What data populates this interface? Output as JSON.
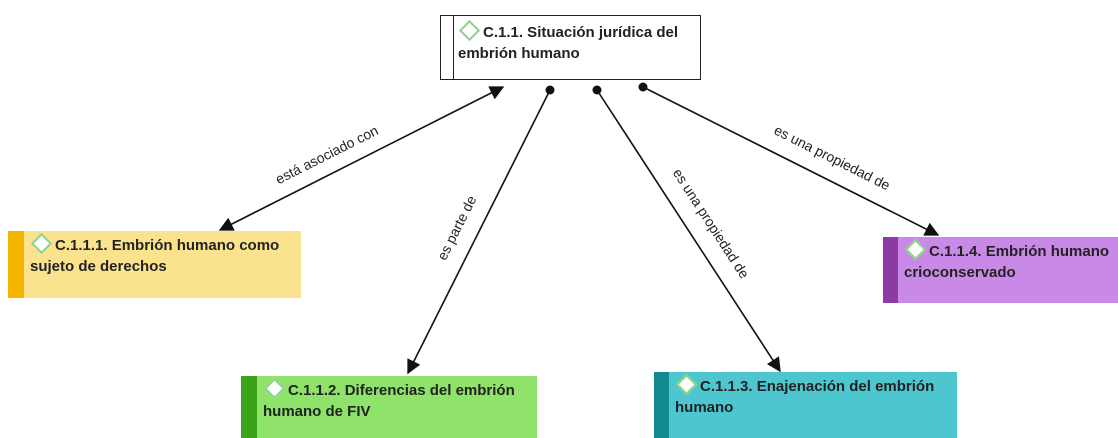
{
  "root": {
    "text": "C.1.1. Situación jurídica del embrión humano"
  },
  "nodes": [
    {
      "text": "C.1.1.1. Embrión humano como sujeto de derechos",
      "color": "#fbe38e",
      "accent": "#f6b600"
    },
    {
      "text": "C.1.1.2. Diferencias del embrión humano de FIV",
      "color": "#8fe26a",
      "accent": "#3aa319"
    },
    {
      "text": "C.1.1.3. Enajenación del embrión humano",
      "color": "#4ec6cf",
      "accent": "#10898f"
    },
    {
      "text": "C.1.1.4. Embrión humano crioconservado",
      "color": "#c98ae7",
      "accent": "#8e3aa6"
    }
  ],
  "edges": [
    {
      "label": "está asociado con",
      "from": "C.1.1.1. Embrión humano como sujeto de derechos",
      "to": "C.1.1. Situación jurídica del embrión humano"
    },
    {
      "label": "es parte de",
      "from": "C.1.1. Situación jurídica del embrión humano",
      "to": "C.1.1.2. Diferencias del embrión humano de FIV"
    },
    {
      "label": "es una propiedad de",
      "from": "C.1.1. Situación jurídica del embrión humano",
      "to": "C.1.1.3. Enajenación del embrión humano"
    },
    {
      "label": "es una propiedad de",
      "from": "C.1.1. Situación jurídica del embrión humano",
      "to": "C.1.1.4. Embrión humano crioconservado"
    }
  ],
  "icons": {
    "concept_marker": "diamond-icon"
  }
}
